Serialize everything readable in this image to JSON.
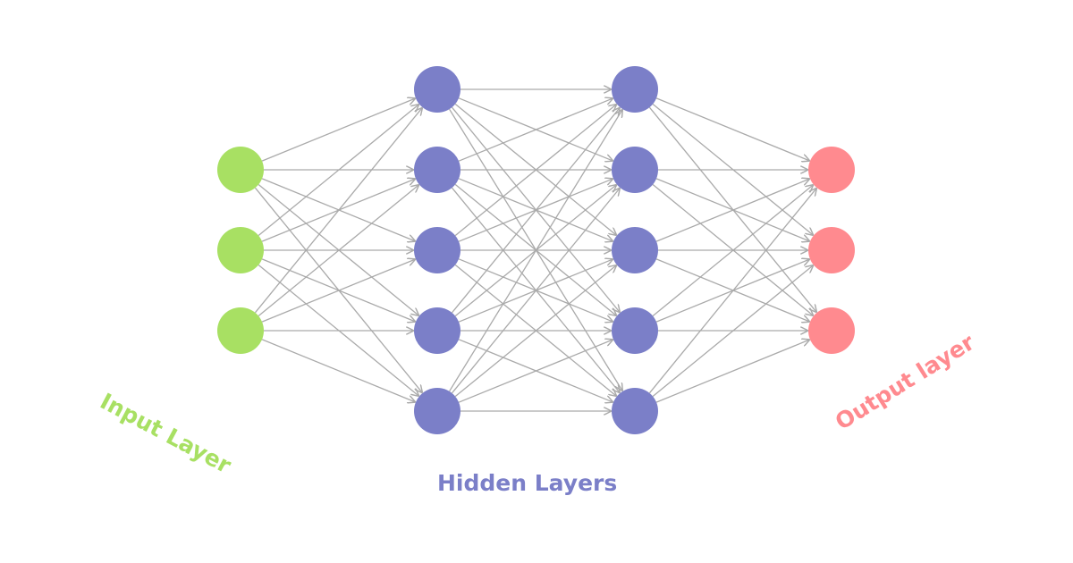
{
  "labels": {
    "input": "Input Layer",
    "hidden": "Hidden Layers",
    "output": "Output layer"
  },
  "colors": {
    "input": "#a8e063",
    "hidden": "#7b7fc8",
    "output": "#ff8a8f",
    "edge": "#aaaaaa"
  },
  "layers": [
    {
      "id": "input",
      "nodes": 3,
      "color_key": "input"
    },
    {
      "id": "hidden1",
      "nodes": 5,
      "color_key": "hidden"
    },
    {
      "id": "hidden2",
      "nodes": 5,
      "color_key": "hidden"
    },
    {
      "id": "output",
      "nodes": 3,
      "color_key": "output"
    }
  ]
}
